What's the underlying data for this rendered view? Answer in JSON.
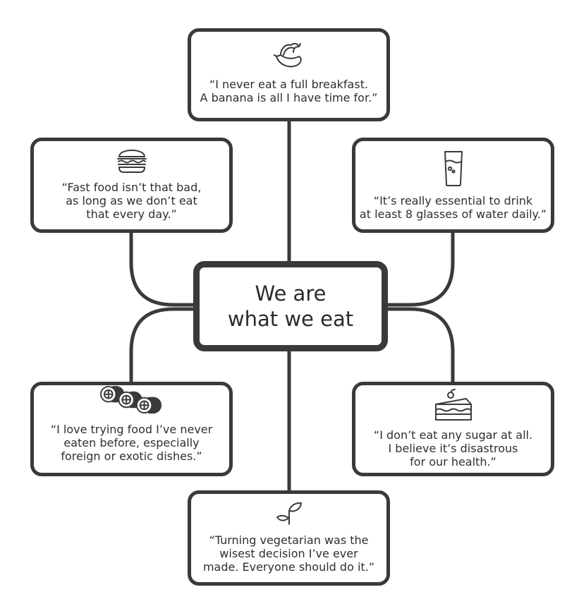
{
  "center": {
    "title": "We are\nwhat we eat"
  },
  "nodes": {
    "top": {
      "quote": "“I never eat a full breakfast.\nA banana is all I have time for.”",
      "icon": "banana-icon"
    },
    "top_left": {
      "quote": "“Fast food isn’t that bad,\nas long as we don’t eat\nthat every day.”",
      "icon": "burger-icon"
    },
    "top_right": {
      "quote": "“It’s really essential to drink\nat least 8 glasses of water daily.”",
      "icon": "water-glass-icon"
    },
    "bottom_left": {
      "quote": "“I love trying food I’ve never\neaten before, especially\nforeign or exotic dishes.”",
      "icon": "sushi-rolls-icon"
    },
    "bottom_right": {
      "quote": "“I don’t eat any sugar at all.\nI believe it’s disastrous\nfor our health.”",
      "icon": "cake-slice-icon"
    },
    "bottom": {
      "quote": "“Turning vegetarian was the\nwisest decision I’ve ever\nmade. Everyone should do it.”",
      "icon": "sprout-icon"
    }
  },
  "colors": {
    "stroke": "#3a3a3a",
    "text": "#2f2f2f",
    "background": "#ffffff"
  }
}
